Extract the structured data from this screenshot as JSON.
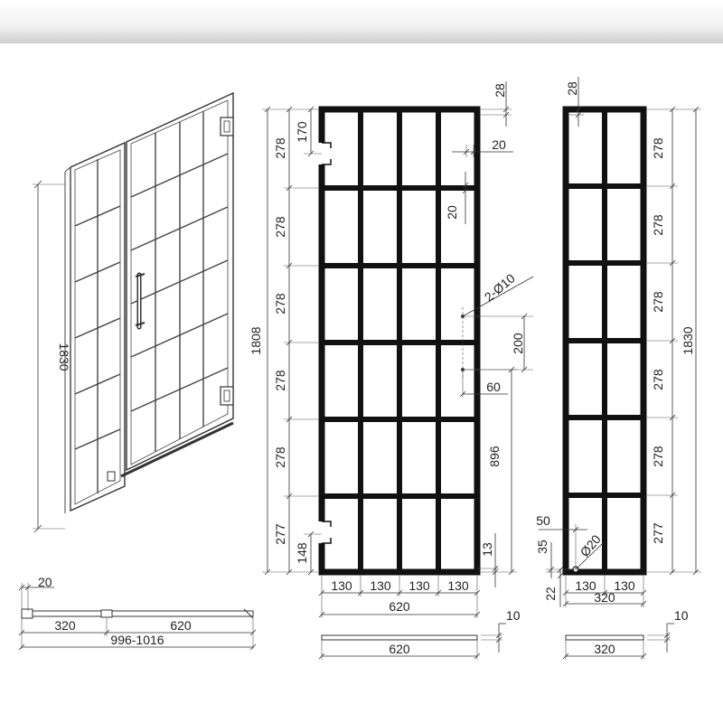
{
  "labels": {
    "persp_height": "1830",
    "persp_gap": "20",
    "persp_fixed": "320",
    "persp_door": "620",
    "persp_total": "996-1016",
    "door_height": "1808",
    "door_rows": [
      "278",
      "278",
      "278",
      "278",
      "278",
      "277"
    ],
    "door_top": "28",
    "door_hinge_top": "170",
    "door_hinge_bottom": "148",
    "door_bar": "20",
    "door_bar_v": "20",
    "door_holes": "2-Ø10",
    "door_hole_spacing": "200",
    "door_hole_inset": "60",
    "door_handle_height": "896",
    "door_bottom": "13",
    "door_cols": [
      "130",
      "130",
      "130",
      "130"
    ],
    "door_width": "620",
    "door_thickness": "10",
    "door_plan_width": "620",
    "fixed_top": "28",
    "fixed_rows": [
      "278",
      "278",
      "278",
      "278",
      "278",
      "277"
    ],
    "fixed_height": "1830",
    "fixed_50": "50",
    "fixed_35": "35",
    "fixed_22": "22",
    "fixed_dia": "Ø20",
    "fixed_cols": [
      "130",
      "130"
    ],
    "fixed_width": "320",
    "fixed_thickness": "10",
    "fixed_plan_width": "320"
  },
  "icons": {
    "hinge": "hinge-icon",
    "handle": "door-handle-icon",
    "mounting_hole": "mounting-hole-icon"
  },
  "colors": {
    "frame": "#111111",
    "dimension_line": "#333333"
  }
}
